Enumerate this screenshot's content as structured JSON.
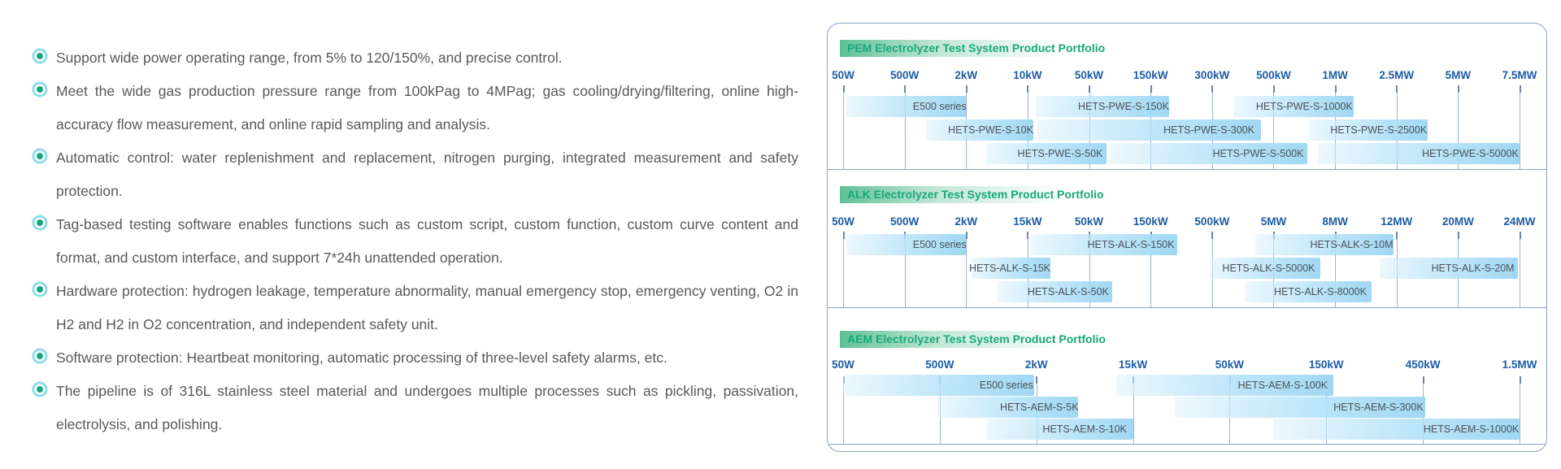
{
  "features": [
    "Support wide power operating range, from 5% to 120/150%, and precise control.",
    "Meet the wide gas production pressure range from 100kPag to 4MPag; gas cooling/drying/filtering, online high-accuracy flow measurement, and online rapid sampling and analysis.",
    "Automatic control: water replenishment and replacement, nitrogen purging, integrated measurement and safety protection.",
    "Tag-based testing software enables functions such as custom script, custom function, custom curve content and format, and custom interface, and support 7*24h unattended operation.",
    "Hardware protection: hydrogen leakage, temperature abnormality, manual emergency stop, emergency venting, O2 in H2 and H2 in O2 concentration, and independent safety unit.",
    "Software protection: Heartbeat monitoring, automatic processing of three-level safety alarms, etc.",
    "The pipeline is of 316L stainless steel material and undergoes multiple processes such as pickling, passivation, electrolysis, and polishing."
  ],
  "colors": {
    "accent_green": "#17a87b",
    "badge_grad_start": "#5fc198",
    "tick_label_blue": "#1d5da6",
    "grid_line": "#9fb2d6",
    "grid_tick": "#6b86b4",
    "panel_border": "#8ba0c8",
    "bar_label": "#4b5157",
    "body_text": "#595959",
    "bullet_inner": "#14a77d",
    "bullet_ring": "#8edbea"
  },
  "chart_data": [
    {
      "type": "bar",
      "subtype": "horizontal-range-portfolio",
      "id": "pem",
      "title": "PEM Electrolyzer Test System Product Portfolio",
      "x_ticks": [
        "50W",
        "500W",
        "2kW",
        "10kW",
        "50kW",
        "150kW",
        "300kW",
        "500kW",
        "1MW",
        "2.5MW",
        "5MW",
        "7.5MW"
      ],
      "x_scale": "equally spaced category ticks",
      "grid": true,
      "rows": [
        [
          {
            "label": "E500 series",
            "start": 0.05,
            "end": 2.0,
            "label_x": 1.57
          },
          {
            "label": "HETS-PWE-S-150K",
            "start": 3.14,
            "end": 5.3,
            "label_x": 4.56
          },
          {
            "label": "HETS-PWE-S-1000K",
            "start": 6.35,
            "end": 8.3,
            "label_x": 7.5
          }
        ],
        [
          {
            "label": "HETS-PWE-S-10K",
            "start": 1.35,
            "end": 3.1,
            "label_x": 2.4
          },
          {
            "label": "HETS-PWE-S-300K",
            "start": 3.15,
            "end": 6.8,
            "label_x": 5.95
          },
          {
            "label": "HETS-PWE-S-2500K",
            "start": 7.57,
            "end": 9.5,
            "label_x": 8.71
          }
        ],
        [
          {
            "label": "HETS-PWE-S-50K",
            "start": 2.33,
            "end": 4.28,
            "label_x": 3.53
          },
          {
            "label": "HETS-PWE-S-500K",
            "start": 4.32,
            "end": 7.55,
            "label_x": 6.75
          },
          {
            "label": "HETS-PWE-S-5000K",
            "start": 7.72,
            "end": 11.0,
            "label_x": 10.2
          }
        ]
      ]
    },
    {
      "type": "bar",
      "subtype": "horizontal-range-portfolio",
      "id": "alk",
      "title": "ALK Electrolyzer Test System Product Portfolio",
      "x_ticks": [
        "50W",
        "500W",
        "2kW",
        "15kW",
        "50kW",
        "150kW",
        "500kW",
        "5MW",
        "8MW",
        "12MW",
        "20MW",
        "24MW"
      ],
      "x_scale": "equally spaced category ticks",
      "grid": true,
      "rows": [
        [
          {
            "label": "E500 series",
            "start": 0.05,
            "end": 2.0,
            "label_x": 1.57
          },
          {
            "label": "HETS-ALK-S-150K",
            "start": 3.04,
            "end": 5.44,
            "label_x": 4.68
          },
          {
            "label": "HETS-ALK-S-10M",
            "start": 6.7,
            "end": 8.95,
            "label_x": 8.27
          }
        ],
        [
          {
            "label": "HETS-ALK-S-15K",
            "start": 2.09,
            "end": 3.37,
            "label_x": 2.71
          },
          {
            "label": "HETS-ALK-S-5000K",
            "start": 5.98,
            "end": 7.76,
            "label_x": 6.92
          },
          {
            "label": "HETS-ALK-S-20M",
            "start": 8.73,
            "end": 10.98,
            "label_x": 10.24
          }
        ],
        [
          {
            "label": "HETS-ALK-S-50K",
            "start": 2.51,
            "end": 4.37,
            "label_x": 3.66
          },
          {
            "label": "HETS-ALK-S-8000K",
            "start": 6.55,
            "end": 8.6,
            "label_x": 7.76
          }
        ]
      ]
    },
    {
      "type": "bar",
      "subtype": "horizontal-range-portfolio",
      "id": "aem",
      "title": "AEM Electrolyzer Test System Product Portfolio",
      "x_ticks": [
        "50W",
        "500W",
        "2kW",
        "15kW",
        "50kW",
        "150kW",
        "450kW",
        "1.5MW"
      ],
      "x_scale": "equally spaced category ticks",
      "grid": true,
      "rows": [
        [
          {
            "label": "E500 series",
            "start": 0.0,
            "end": 1.98,
            "label_x": 1.69
          },
          {
            "label": "HETS-AEM-S-100K",
            "start": 2.83,
            "end": 5.07,
            "label_x": 4.55
          }
        ],
        [
          {
            "label": "HETS-AEM-S-5K",
            "start": 0.98,
            "end": 2.43,
            "label_x": 2.03
          },
          {
            "label": "HETS-AEM-S-300K",
            "start": 3.43,
            "end": 6.02,
            "label_x": 5.54
          }
        ],
        [
          {
            "label": "HETS-AEM-S-10K",
            "start": 1.49,
            "end": 3.0,
            "label_x": 2.5
          },
          {
            "label": "HETS-AEM-S-1000K",
            "start": 4.45,
            "end": 7.0,
            "label_x": 6.5
          }
        ]
      ]
    }
  ]
}
